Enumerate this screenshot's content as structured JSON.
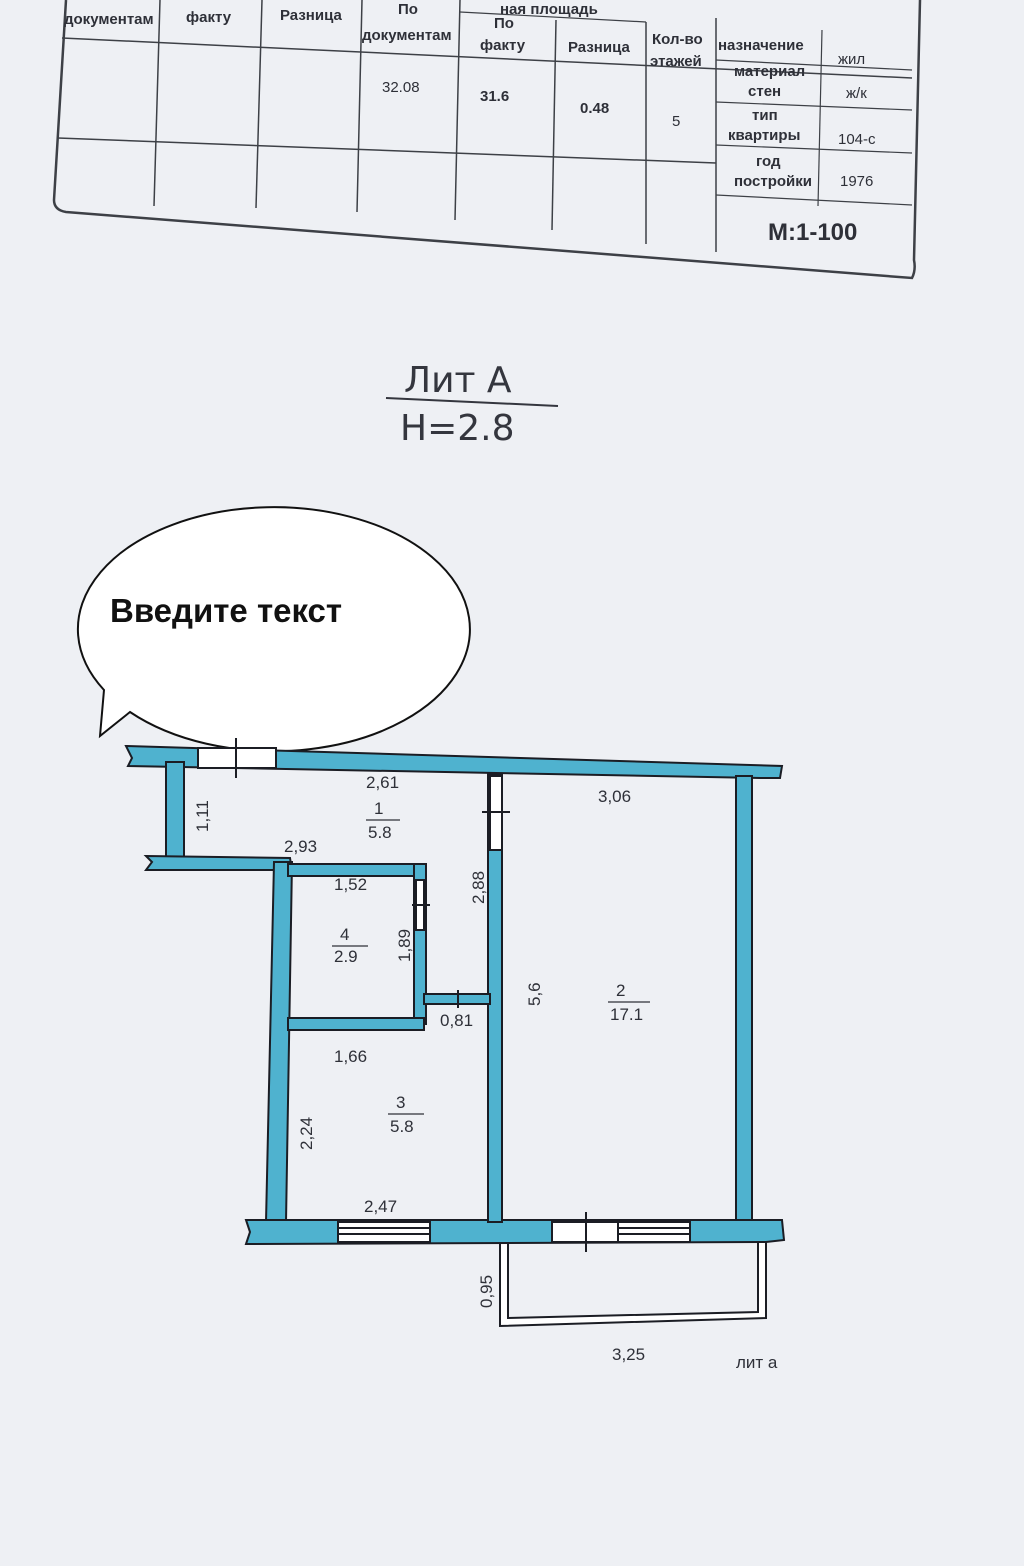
{
  "header_table": {
    "col_labels": {
      "po_dokumentam_1": "документам",
      "po_faktu_1": "факту",
      "raznitsa_1": "Разница",
      "po_dokumentam_2_line1": "По",
      "po_dokumentam_2_line2": "документам",
      "po_faktu_2_line1": "По",
      "po_faktu_2_line2": "факту",
      "raznitsa_2": "Разница",
      "kol_vo_line1": "Кол-во",
      "kol_vo_line2": "этажей",
      "group_header": "ная площадь",
      "top_cut": "По"
    },
    "values": {
      "area_docs": "32.08",
      "area_fact": "31.6",
      "area_diff": "0.48",
      "floors": "5"
    },
    "attributes": [
      {
        "label": "назначение",
        "value": "жил"
      },
      {
        "label_line1": "материал",
        "label_line2": "стен",
        "value": "ж/к"
      },
      {
        "label_line1": "тип",
        "label_line2": "квартиры",
        "value": "104-с"
      },
      {
        "label_line1": "год",
        "label_line2": "постройки",
        "value": "1976"
      }
    ],
    "scale": "М:1-100"
  },
  "title": {
    "lit": "Лит А",
    "height": "Н=2.8"
  },
  "callout": {
    "text": "Введите текст"
  },
  "plan": {
    "colors": {
      "wall": "#4fb2cf",
      "outline": "#1b1d24",
      "paper": "#eef0f4"
    },
    "dimensions": {
      "d_2_61": "2,61",
      "d_3_06": "3,06",
      "d_1_11": "1,11",
      "d_2_93": "2,93",
      "d_1_52": "1,52",
      "d_1_89": "1,89",
      "d_2_88": "2,88",
      "d_0_81": "0,81",
      "d_5_6": "5,6",
      "d_1_66": "1,66",
      "d_2_24": "2,24",
      "d_2_47": "2,47",
      "d_0_95": "0,95",
      "d_3_25": "3,25"
    },
    "rooms": [
      {
        "number": "1",
        "area": "5.8"
      },
      {
        "number": "2",
        "area": "17.1"
      },
      {
        "number": "3",
        "area": "5.8"
      },
      {
        "number": "4",
        "area": "2.9"
      }
    ],
    "balcony_label": "лит а"
  }
}
